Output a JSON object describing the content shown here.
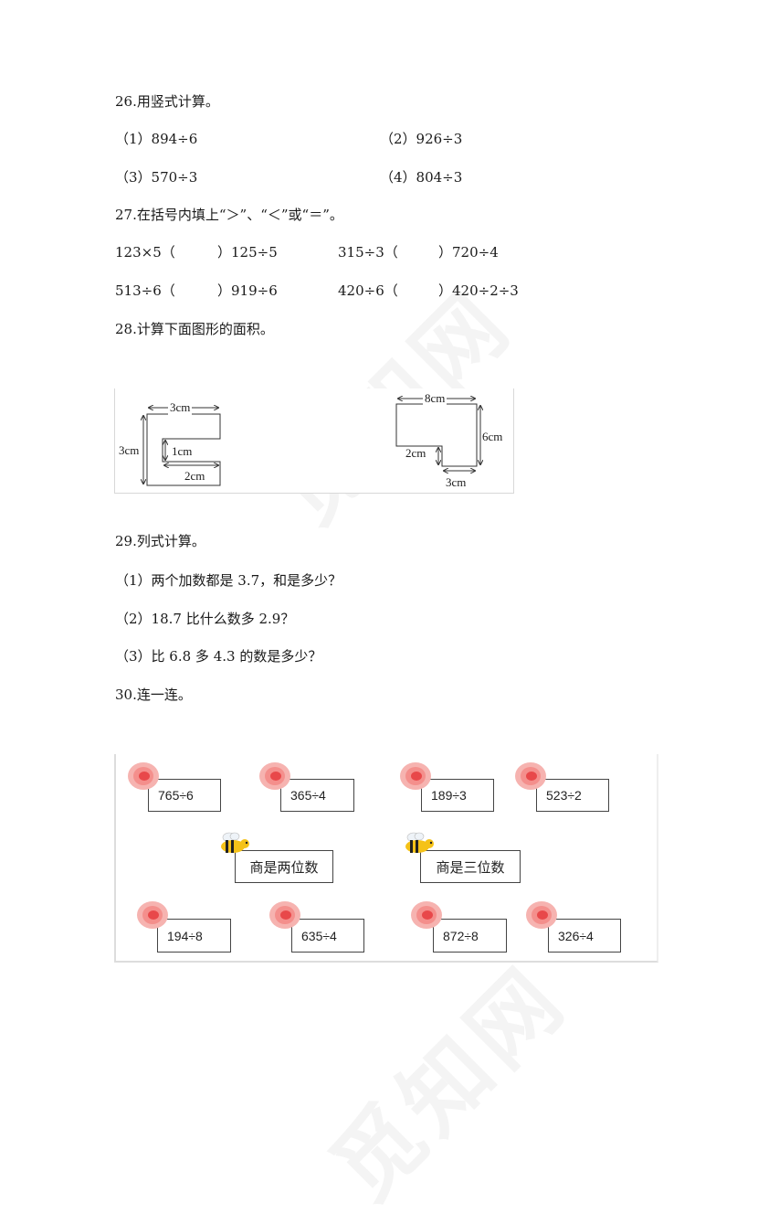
{
  "watermark": {
    "text": "觅知网"
  },
  "q26": {
    "title": "26.用竖式计算。",
    "items": [
      {
        "label": "（1）894÷6"
      },
      {
        "label": "（2）926÷3"
      },
      {
        "label": "（3）570÷3"
      },
      {
        "label": "（4）804÷3"
      }
    ]
  },
  "q27": {
    "title": "27.在括号内填上“＞”、“＜”或“＝”。",
    "rows": [
      [
        {
          "left": "123×5（",
          "right": "）125÷5"
        },
        {
          "left": "315÷3（",
          "right": "）720÷4"
        }
      ],
      [
        {
          "left": "513÷6（",
          "right": "）919÷6"
        },
        {
          "left": "420÷6（",
          "right": "）420÷2÷3"
        }
      ]
    ]
  },
  "q28": {
    "title": "28.计算下面图形的面积。",
    "figure1": {
      "top_width": "3cm",
      "height": "3cm",
      "gap": "1cm",
      "notch": "2cm"
    },
    "figure2": {
      "top_width": "8cm",
      "height": "6cm",
      "step": "2cm",
      "bottom": "3cm"
    }
  },
  "q29": {
    "title": "29.列式计算。",
    "items": [
      {
        "label": "（1）两个加数都是 3.7，和是多少？"
      },
      {
        "label": "（2）18.7 比什么数多 2.9？"
      },
      {
        "label": "（3）比 6.8 多 4.3 的数是多少？"
      }
    ]
  },
  "q30": {
    "title": "30.连一连。",
    "top_exprs": [
      "765÷6",
      "365÷4",
      "189÷3",
      "523÷2"
    ],
    "labels": [
      "商是两位数",
      "商是三位数"
    ],
    "bottom_exprs": [
      "194÷8",
      "635÷4",
      "872÷8",
      "326÷4"
    ]
  }
}
